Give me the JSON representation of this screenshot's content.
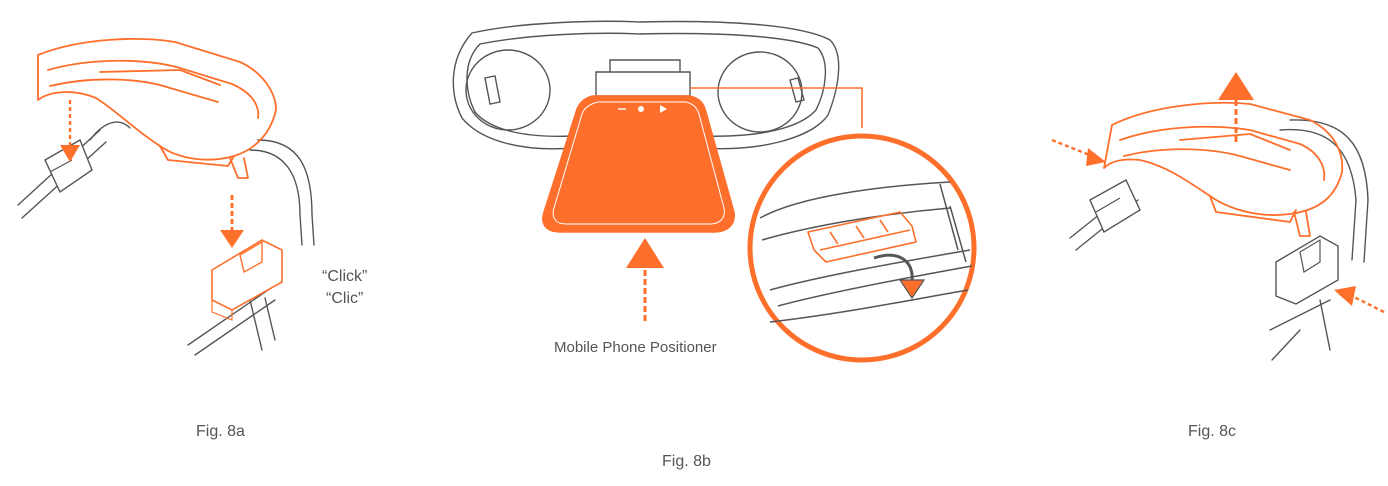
{
  "figures": {
    "fig_a": {
      "caption": "Fig. 8a",
      "sound": [
        "“Click”",
        "“Clic”"
      ]
    },
    "fig_b": {
      "caption": "Fig. 8b",
      "callout": "Mobile Phone Positioner"
    },
    "fig_c": {
      "caption": "Fig. 8c"
    }
  },
  "colors": {
    "accent": "#FF6F2C",
    "line_art": "#555555",
    "text": "#555555"
  }
}
